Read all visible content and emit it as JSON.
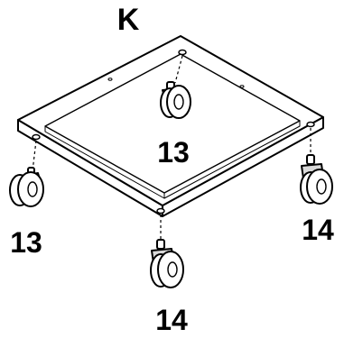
{
  "step_label": "K",
  "callouts": [
    {
      "part": "13",
      "role": "caster-back-center"
    },
    {
      "part": "13",
      "role": "caster-left"
    },
    {
      "part": "14",
      "role": "caster-right"
    },
    {
      "part": "14",
      "role": "caster-front-bottom"
    }
  ],
  "colors": {
    "line": "#000000",
    "fill": "#ffffff",
    "shade": "#d9d9d9"
  }
}
